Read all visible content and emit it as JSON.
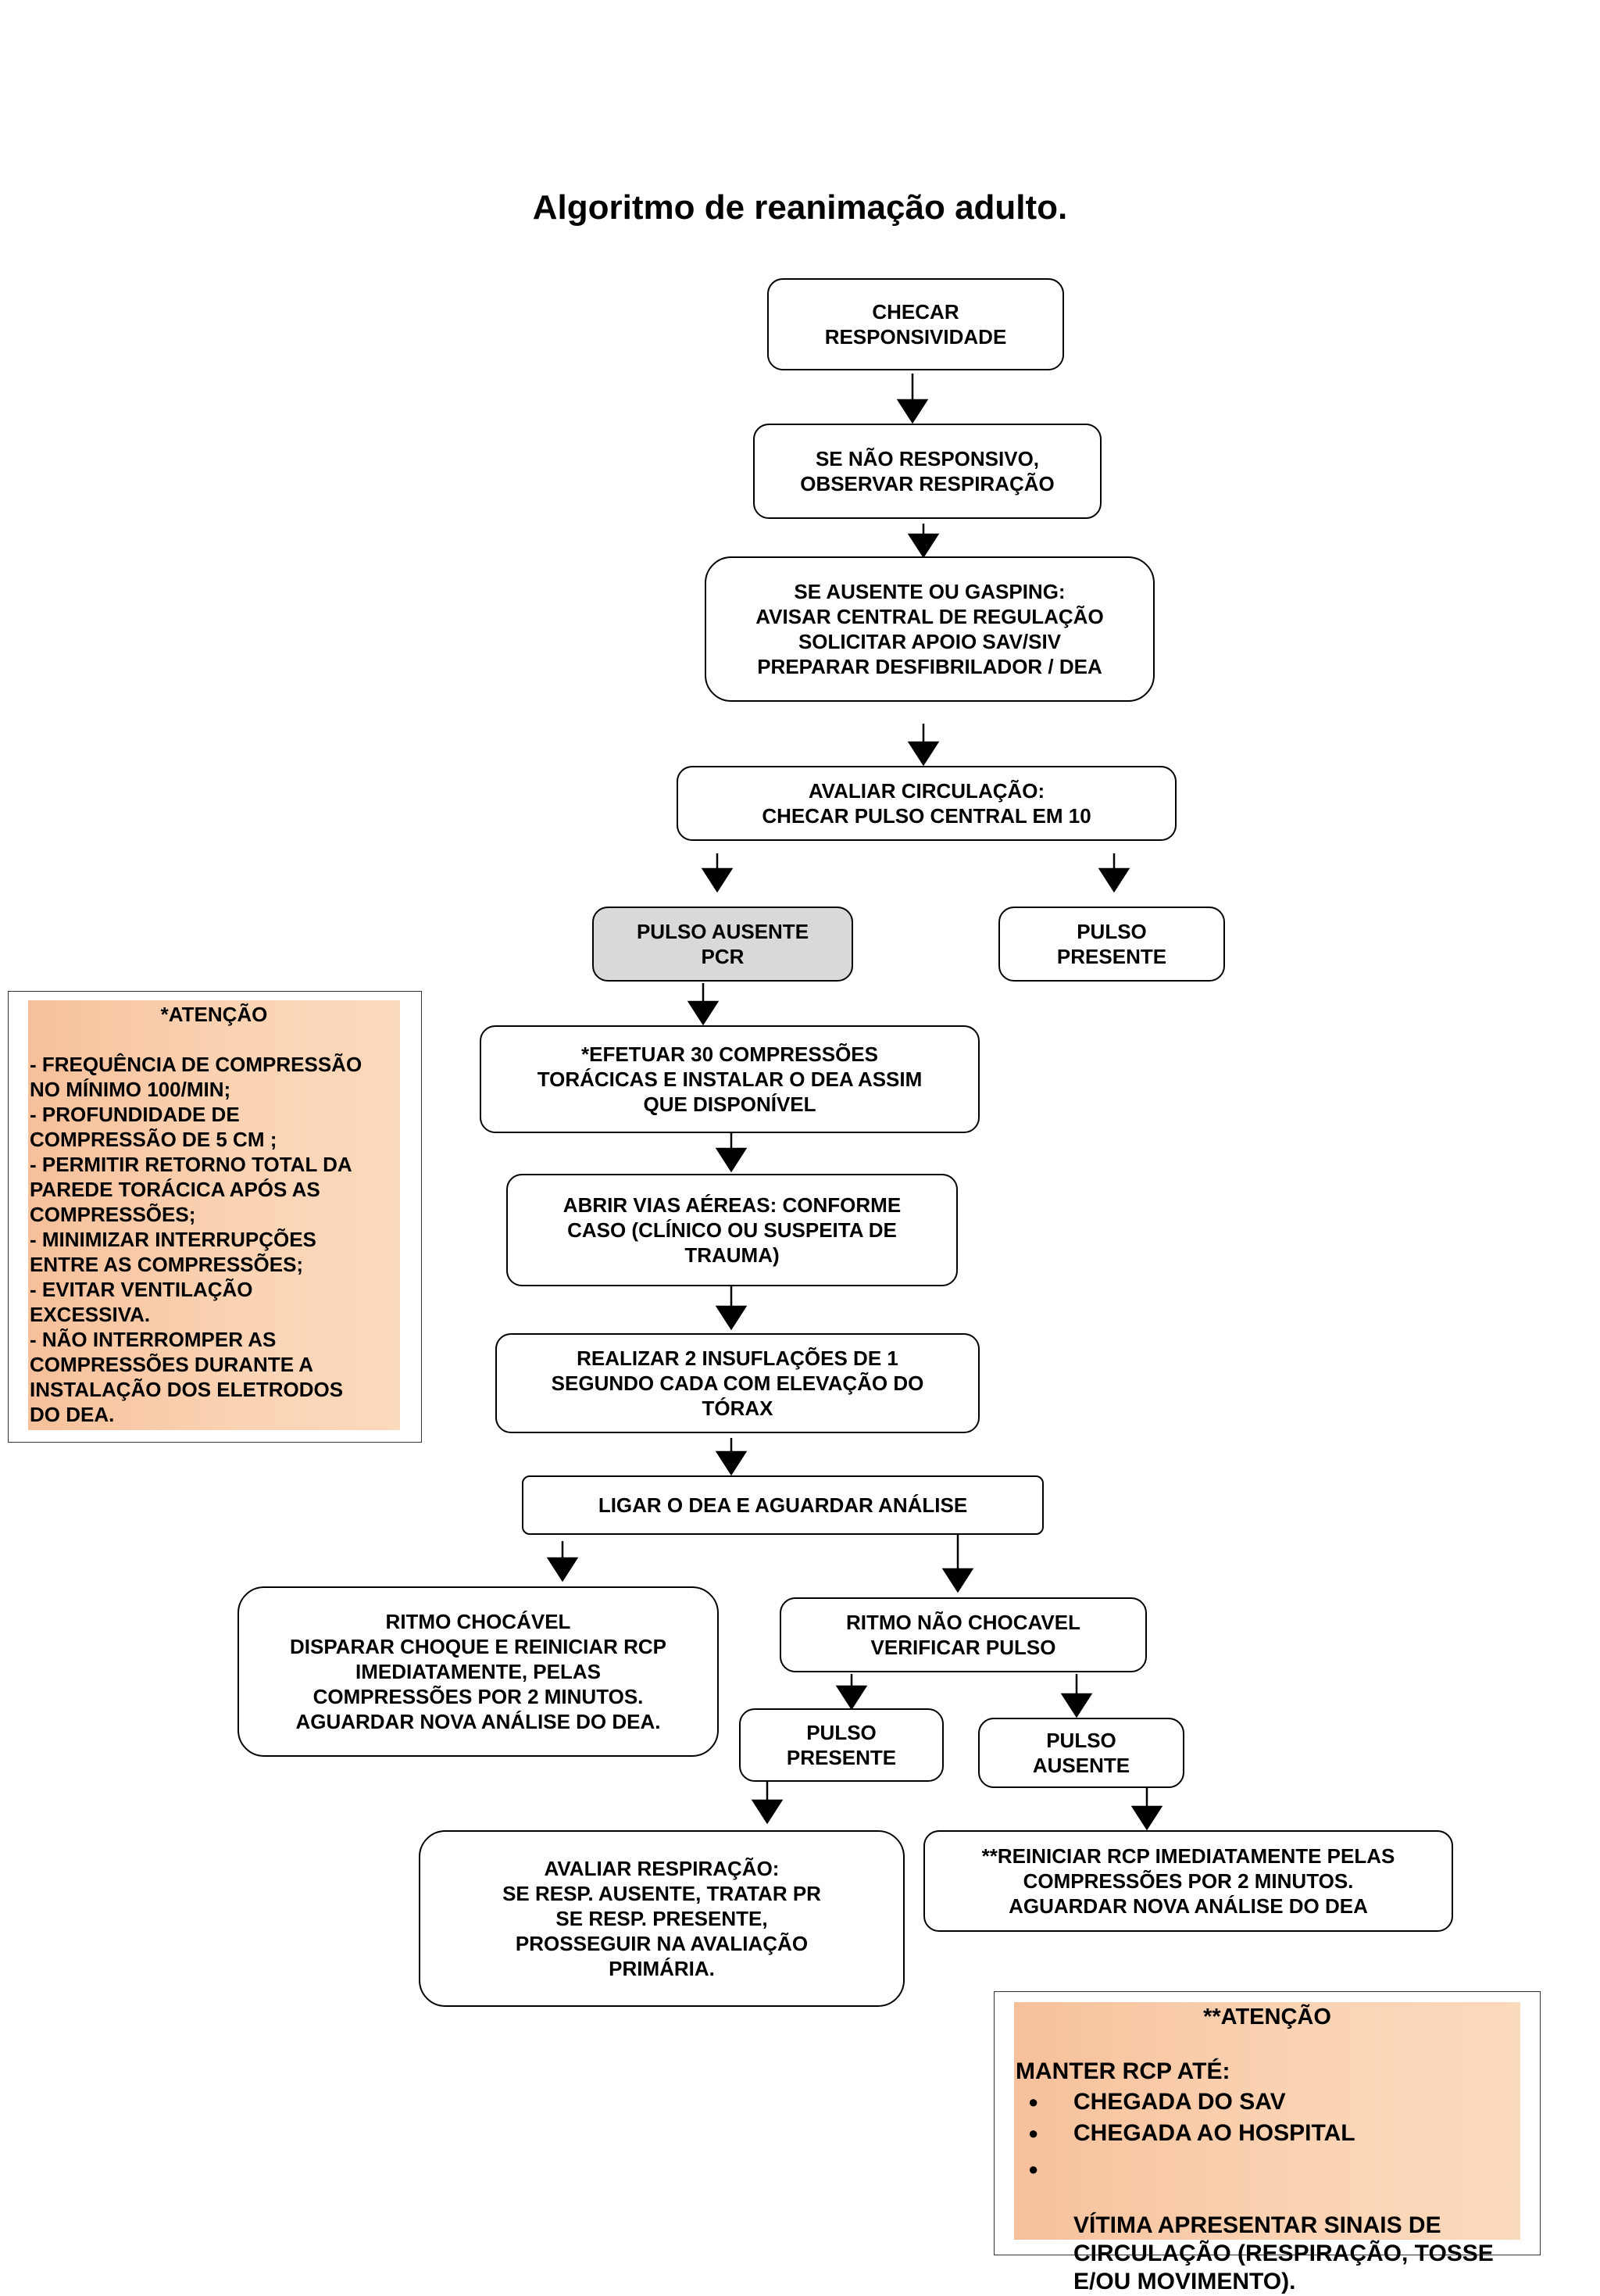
{
  "title": "Algoritmo de reanimação adulto.",
  "nodes": {
    "check_responsiveness": "CHECAR\nRESPONSIVIDADE",
    "observe_breathing": "SE NÃO RESPONSIVO,\nOBSERVAR RESPIRAÇÃO",
    "absent_or_gasping": "SE AUSENTE OU GASPING:\nAVISAR CENTRAL DE REGULAÇÃO\nSOLICITAR APOIO SAV/SIV\nPREPARAR DESFIBRILADOR / DEA",
    "assess_circulation": "AVALIAR CIRCULAÇÃO:\nCHECAR PULSO CENTRAL EM 10",
    "pulse_absent_pcr": "PULSO AUSENTE\nPCR",
    "pulse_present_top": "PULSO\nPRESENTE",
    "compressions": "*EFETUAR 30 COMPRESSÕES\nTORÁCICAS E INSTALAR O DEA ASSIM\nQUE DISPONÍVEL",
    "open_airways": "ABRIR VIAS AÉREAS: CONFORME\nCASO (CLÍNICO OU SUSPEITA DE\nTRAUMA)",
    "insufflations": "REALIZAR 2 INSUFLAÇÕES DE 1\nSEGUNDO CADA COM ELEVAÇÃO DO\nTÓRAX",
    "turn_on_dea": "LIGAR O DEA E AGUARDAR ANÁLISE",
    "shockable_rhythm": "RITMO CHOCÁVEL\nDISPARAR CHOQUE E REINICIAR RCP\nIMEDIATAMENTE, PELAS\nCOMPRESSÕES POR 2 MINUTOS.\nAGUARDAR NOVA ANÁLISE DO DEA.",
    "non_shockable_rhythm": "RITMO NÃO CHOCAVEL\nVERIFICAR PULSO",
    "pulse_present_bottom": "PULSO\nPRESENTE",
    "pulse_absent_bottom": "PULSO\nAUSENTE",
    "assess_breathing": "AVALIAR RESPIRAÇÃO:\nSE RESP. AUSENTE, TRATAR PR\nSE RESP. PRESENTE,\nPROSSEGUIR NA AVALIAÇÃO\nPRIMÁRIA.",
    "restart_rcp": "**REINICIAR RCP IMEDIATAMENTE PELAS\nCOMPRESSÕES POR 2 MINUTOS.\nAGUARDAR NOVA ANÁLISE DO DEA"
  },
  "attention_note": {
    "heading": "*ATENÇÃO",
    "body": "- FREQUÊNCIA DE COMPRESSÃO\nNO MÍNIMO 100/MIN;\n- PROFUNDIDADE DE\nCOMPRESSÃO DE 5 CM ;\n- PERMITIR RETORNO TOTAL DA\nPAREDE TORÁCICA APÓS AS\nCOMPRESSÕES;\n- MINIMIZAR INTERRUPÇÕES\nENTRE AS COMPRESSÕES;\n- EVITAR VENTILAÇÃO\nEXCESSIVA.\n- NÃO INTERROMPER AS\nCOMPRESSÕES DURANTE A\nINSTALAÇÃO DOS ELETRODOS\nDO DEA."
  },
  "attention_note_2": {
    "heading": "**ATENÇÃO",
    "subheading": "MANTER RCP ATÉ:",
    "bullet_symbol": "●",
    "items": [
      "CHEGADA DO SAV",
      "CHEGADA AO HOSPITAL",
      "VÍTIMA APRESENTAR SINAIS DE\nCIRCULAÇÃO (RESPIRAÇÃO, TOSSE\nE/OU MOVIMENTO)."
    ]
  },
  "colors": {
    "box_border": "#000000",
    "pcr_fill": "#d9d9d9",
    "note_fill": "#f9cfaf"
  }
}
